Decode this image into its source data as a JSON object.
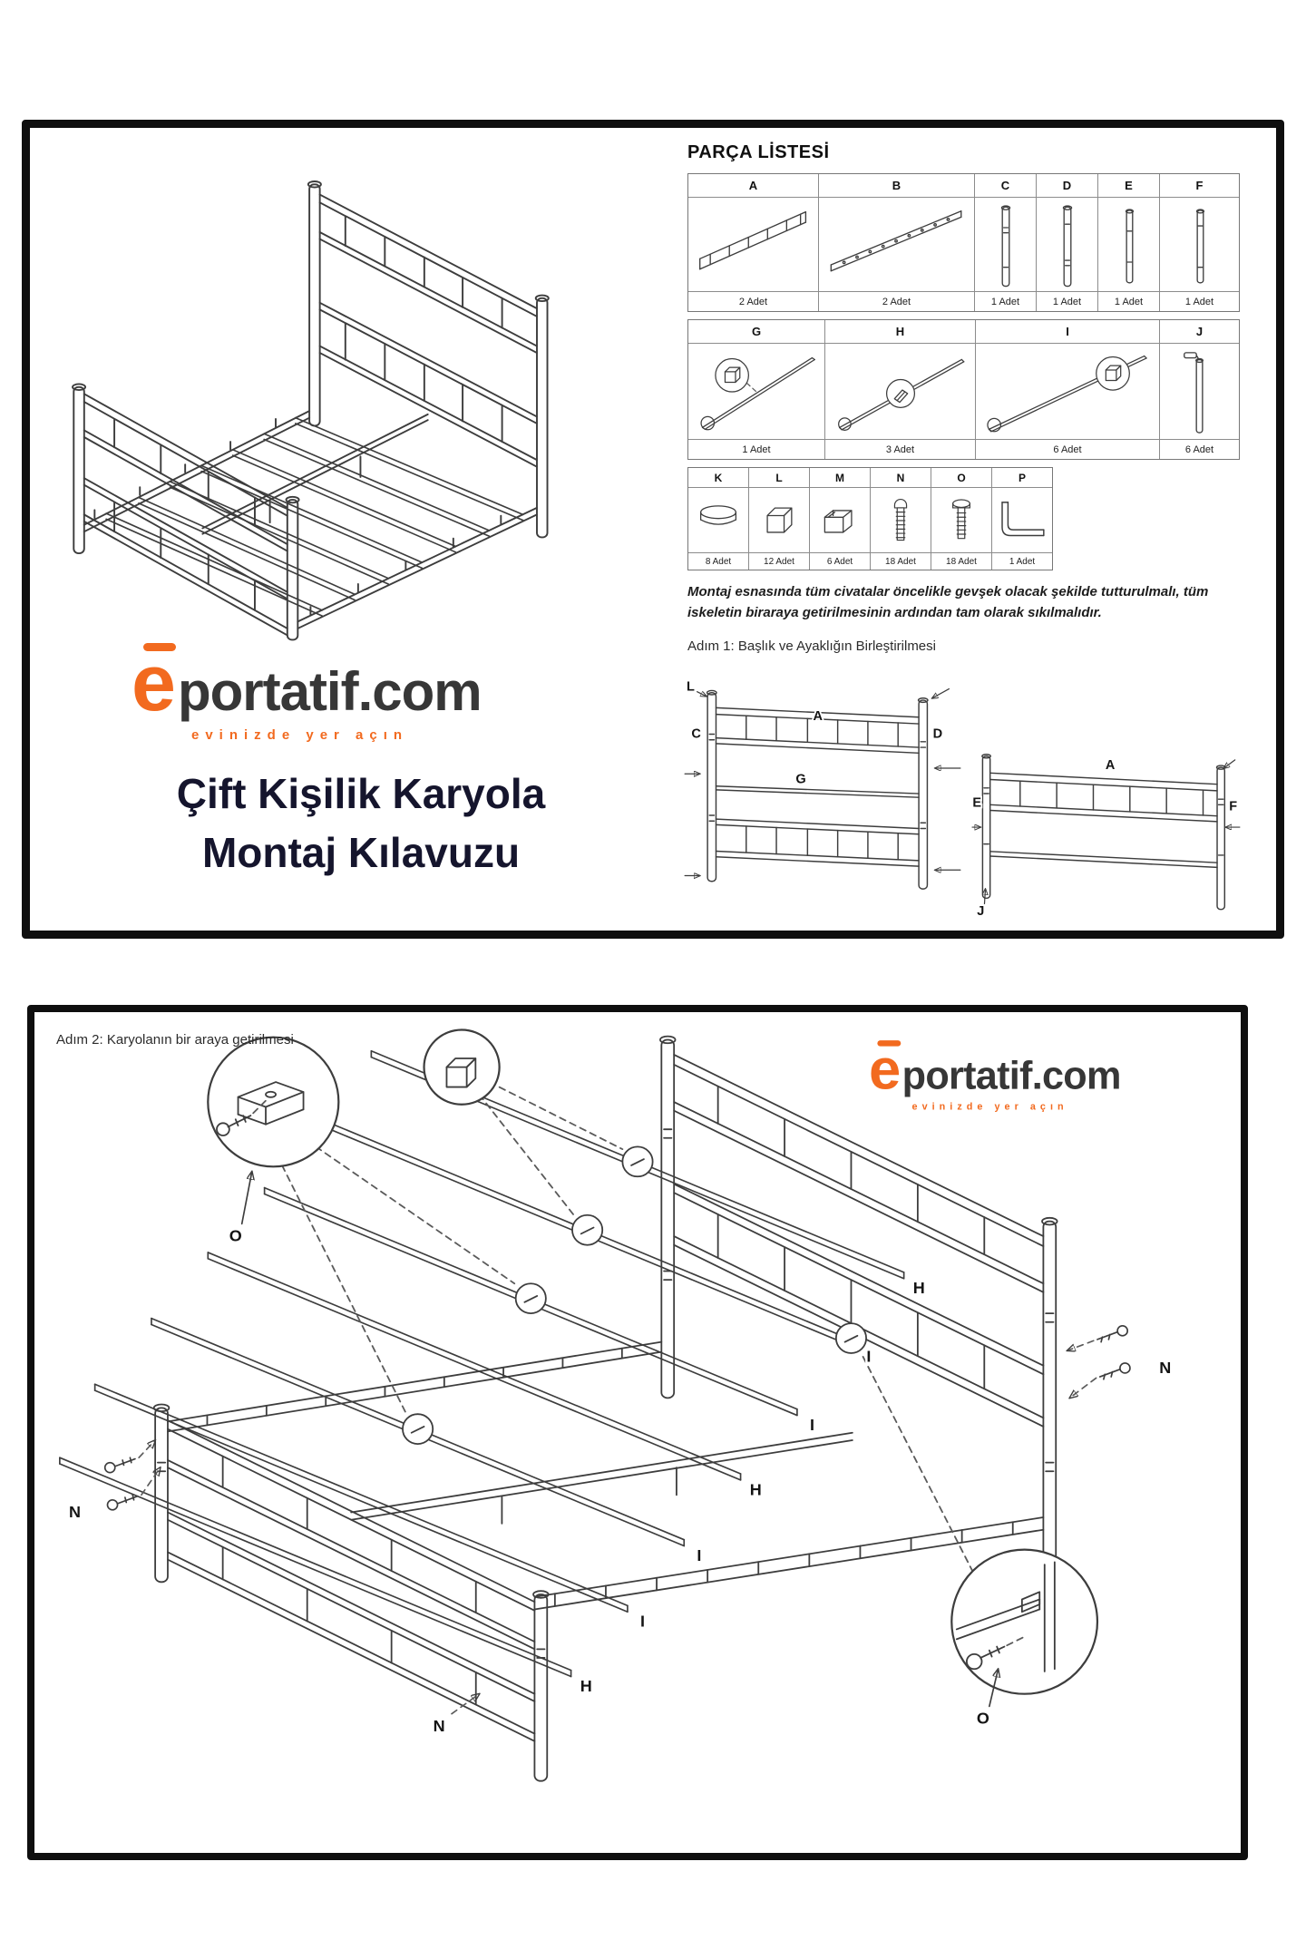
{
  "brand": {
    "e": "e",
    "name": "portatif.com",
    "tagline": "evinizde yer açın",
    "accent_color": "#f26a1f",
    "text_color": "#373737"
  },
  "page1": {
    "title_line1": "Çift Kişilik Karyola",
    "title_line2": "Montaj Kılavuzu",
    "parts_title": "PARÇA LİSTESİ",
    "note": "Montaj esnasında tüm civatalar öncelikle gevşek olacak şekilde tutturulmalı, tüm iskeletin biraraya getirilmesinin ardından tam olarak sıkılmalıdır.",
    "step1_title": "Adım 1: Başlık ve Ayaklığın Birleştirilmesi",
    "parts": {
      "A": {
        "label": "A",
        "qty": "2 Adet"
      },
      "B": {
        "label": "B",
        "qty": "2 Adet"
      },
      "C": {
        "label": "C",
        "qty": "1 Adet"
      },
      "D": {
        "label": "D",
        "qty": "1 Adet"
      },
      "E": {
        "label": "E",
        "qty": "1 Adet"
      },
      "F": {
        "label": "F",
        "qty": "1 Adet"
      },
      "G": {
        "label": "G",
        "qty": "1 Adet"
      },
      "H": {
        "label": "H",
        "qty": "3 Adet"
      },
      "I": {
        "label": "I",
        "qty": "6 Adet"
      },
      "J": {
        "label": "J",
        "qty": "6 Adet"
      },
      "K": {
        "label": "K",
        "qty": "8 Adet"
      },
      "L": {
        "label": "L",
        "qty": "12 Adet"
      },
      "M": {
        "label": "M",
        "qty": "6 Adet"
      },
      "N": {
        "label": "N",
        "qty": "18 Adet"
      },
      "O": {
        "label": "O",
        "qty": "18 Adet"
      },
      "P": {
        "label": "P",
        "qty": "1 Adet"
      }
    },
    "step1_labels": {
      "L": "L",
      "C": "C",
      "A": "A",
      "D": "D",
      "G": "G",
      "E": "E",
      "F": "F",
      "J": "J",
      "A2": "A"
    }
  },
  "page2": {
    "step_title": "Adım 2: Karyolanın bir araya getirilmesi",
    "rod_labels": [
      "H",
      "I",
      "I",
      "H",
      "I",
      "I",
      "H"
    ],
    "labels": {
      "N_left": "N",
      "N_right": "N",
      "N_bottom": "N",
      "O_top": "O",
      "O_bottom": "O"
    }
  }
}
